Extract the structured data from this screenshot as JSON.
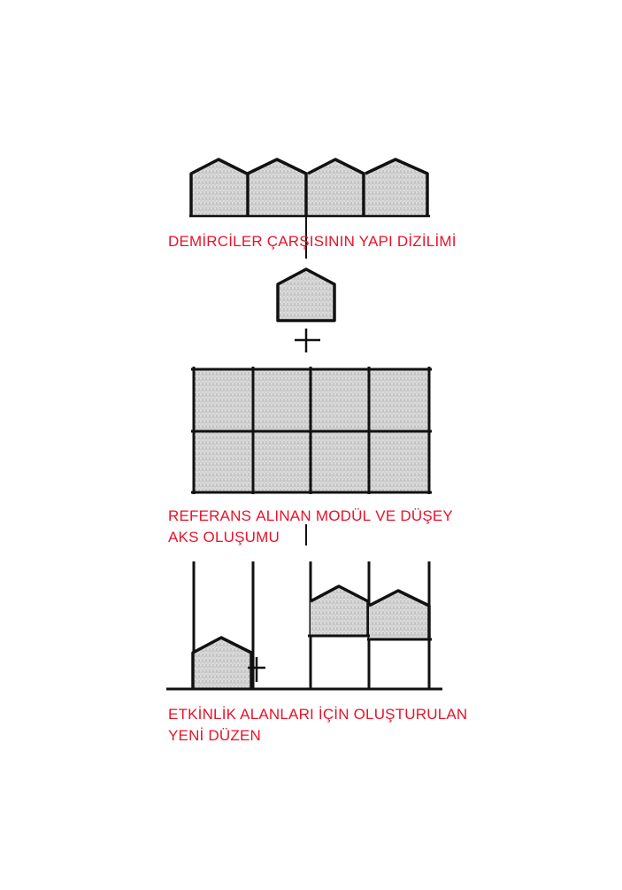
{
  "captions": {
    "row_layout": "DEMİRCİLER ÇARŞISININ YAPI DİZİLİMİ",
    "module_axis": {
      "line1_words": [
        "REFERANS",
        "ALINAN",
        "MODÜL",
        "VE",
        "DÜŞEY"
      ],
      "line2": "AKS OLUŞUMU"
    },
    "new_layout": {
      "line1": "ETKİNLİK ALANLARI İÇİN OLUŞTURULAN",
      "line2": "YENİ DÜZEN"
    }
  },
  "colors": {
    "caption": "#e8132a",
    "ink": "#111111",
    "hatch_fill": "#d9d9d9",
    "hatch_line": "#a8a8a8"
  }
}
